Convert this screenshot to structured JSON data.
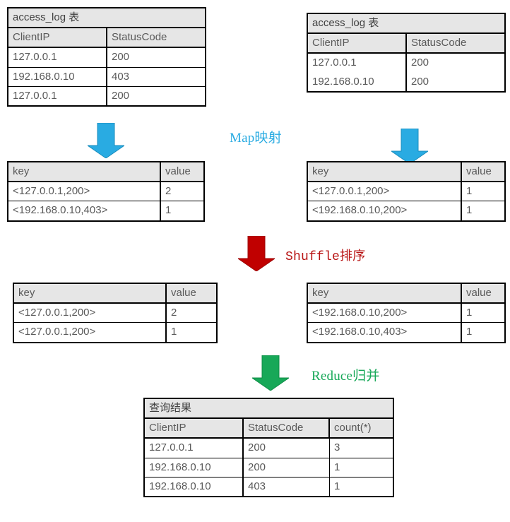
{
  "diagram": {
    "title": "MapReduce access_log query flow",
    "colors": {
      "map_arrow": "#29abe2",
      "shuffle_arrow": "#c00000",
      "reduce_arrow": "#17a858",
      "header_bg": "#e6e6e6",
      "border": "#000000",
      "text": "#595959"
    }
  },
  "stage_labels": {
    "map": "Map映射",
    "shuffle": "Shuffle排序",
    "reduce": "Reduce归并"
  },
  "arrows": {
    "map_left": "down-arrow-icon",
    "map_right": "down-arrow-icon",
    "shuffle": "down-arrow-icon",
    "reduce": "down-arrow-icon"
  },
  "input_left": {
    "title": "access_log 表",
    "columns": [
      "ClientIP",
      "StatusCode"
    ],
    "rows": [
      [
        "127.0.0.1",
        "200"
      ],
      [
        "192.168.0.10",
        "403"
      ],
      [
        "127.0.0.1",
        "200"
      ]
    ]
  },
  "input_right": {
    "title": "access_log 表",
    "columns": [
      "ClientIP",
      "StatusCode"
    ],
    "rows": [
      [
        "127.0.0.1",
        "200"
      ],
      [
        "192.168.0.10",
        "200"
      ]
    ]
  },
  "map_out_left": {
    "columns": [
      "key",
      "value"
    ],
    "rows": [
      [
        "<127.0.0.1,200>",
        "2"
      ],
      [
        "<192.168.0.10,403>",
        "1"
      ]
    ]
  },
  "map_out_right": {
    "columns": [
      "key",
      "value"
    ],
    "rows": [
      [
        "<127.0.0.1,200>",
        "1"
      ],
      [
        "<192.168.0.10,200>",
        "1"
      ]
    ]
  },
  "shuffle_out_left": {
    "columns": [
      "key",
      "value"
    ],
    "rows": [
      [
        "<127.0.0.1,200>",
        "2"
      ],
      [
        "<127.0.0.1,200>",
        "1"
      ]
    ]
  },
  "shuffle_out_right": {
    "columns": [
      "key",
      "value"
    ],
    "rows": [
      [
        "<192.168.0.10,200>",
        "1"
      ],
      [
        "<192.168.0.10,403>",
        "1"
      ]
    ]
  },
  "result": {
    "title": "查询结果",
    "columns": [
      "ClientIP",
      "StatusCode",
      "count(*)"
    ],
    "rows": [
      [
        "127.0.0.1",
        "200",
        "3"
      ],
      [
        "192.168.0.10",
        "200",
        "1"
      ],
      [
        "192.168.0.10",
        "403",
        "1"
      ]
    ]
  }
}
